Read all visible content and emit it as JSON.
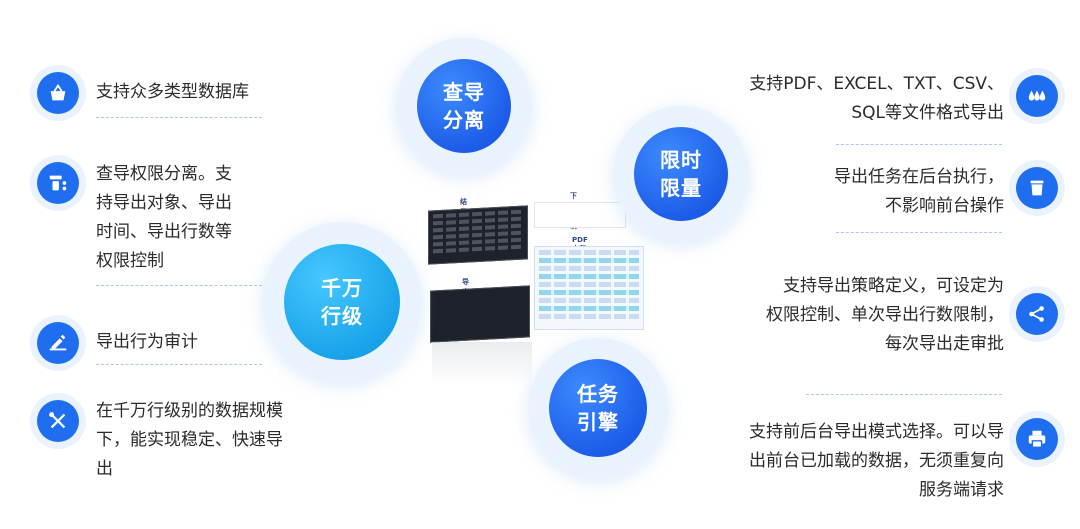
{
  "left_features": [
    {
      "icon": "database-basket-icon",
      "lines": [
        "支持众多类型数据库"
      ]
    },
    {
      "icon": "permission-icon",
      "lines": [
        "查导权限分离。支",
        "持导出对象、导出",
        "时间、导出行数等",
        "权限控制"
      ]
    },
    {
      "icon": "audit-icon",
      "lines": [
        "导出行为审计"
      ]
    },
    {
      "icon": "tools-icon",
      "lines": [
        "在千万行级别的数据规模",
        "下，能实现稳定、快速导",
        "出"
      ]
    }
  ],
  "right_features": [
    {
      "icon": "water-drops-icon",
      "lines": [
        "支持PDF、EXCEL、TXT、CSV、",
        "SQL等文件格式导出"
      ]
    },
    {
      "icon": "trash-icon",
      "lines": [
        "导出任务在后台执行，",
        "不影响前台操作"
      ]
    },
    {
      "icon": "share-icon",
      "lines": [
        "支持导出策略定义，可设定为",
        "权限控制、单次导出行数限制，",
        "每次导出走审批"
      ]
    },
    {
      "icon": "printer-icon",
      "lines": [
        "支持前后台导出模式选择。可以导",
        "出前台已加载的数据，无须重复向",
        "服务端请求"
      ]
    }
  ],
  "bubbles": {
    "query_export": "查导\n分离",
    "time_limit": "限时\n限量",
    "million_rows": "千万\n行级",
    "task_engine": "任务\n引擎"
  },
  "mockup": {
    "result_watermark": "结果集水印",
    "export_limit": "导出限制",
    "download_limit": "下载限制",
    "pdf_watermark": "PDF水印"
  },
  "colors": {
    "accent": "#1f6ef0",
    "cyan": "#1aa3ea",
    "divider": "#a9c8f3"
  }
}
